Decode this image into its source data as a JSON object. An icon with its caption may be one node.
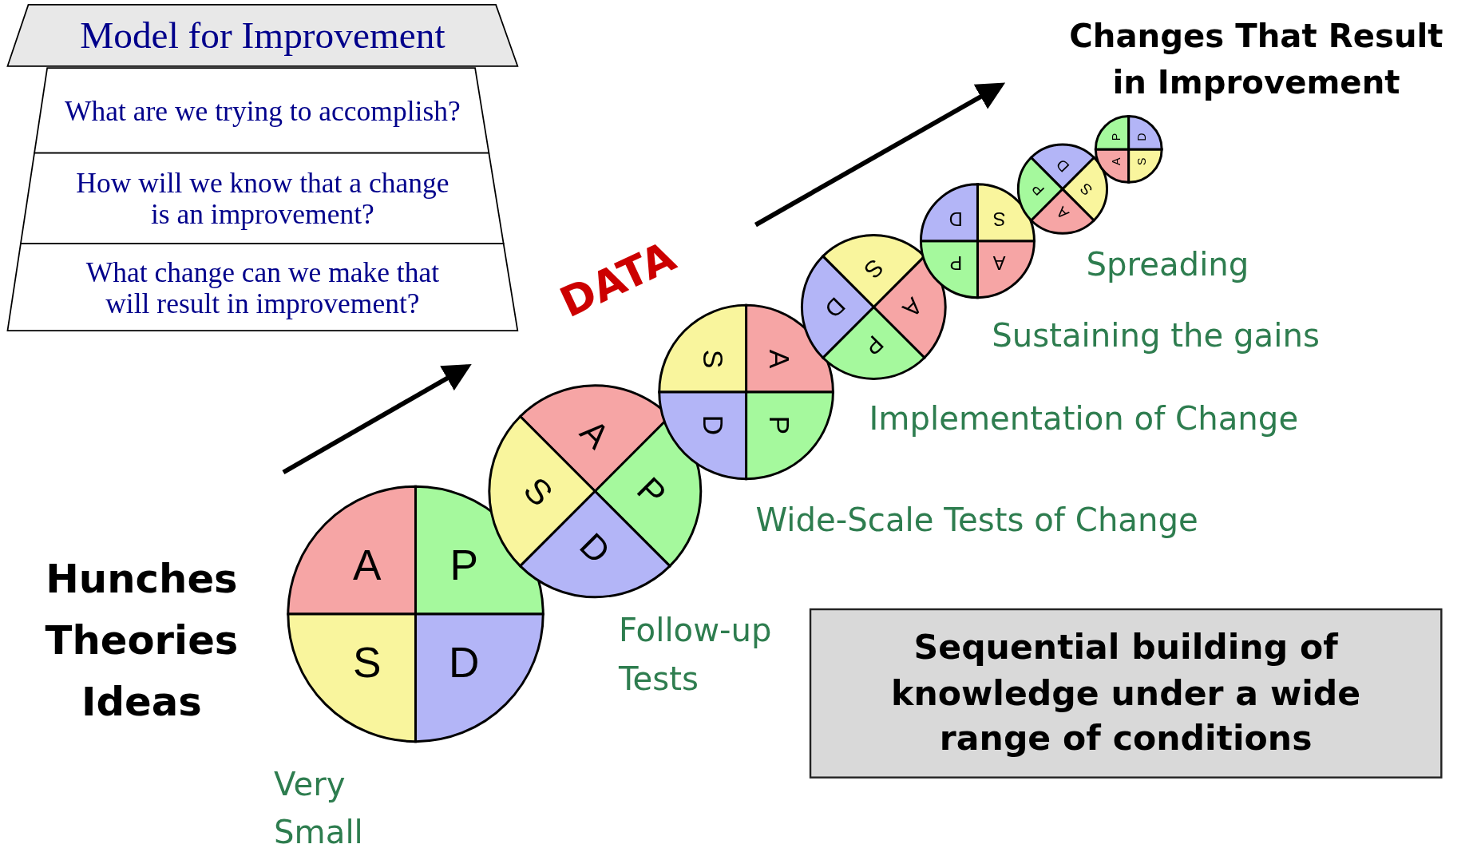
{
  "diagram": {
    "nodes": [
      {
        "text": [
          "Model for Improvement"
        ]
      },
      {
        "text": [
          "What are we trying to accomplish?"
        ]
      },
      {
        "text": [
          "How will we know that a change is an improvement?"
        ]
      },
      {
        "text": [
          "What change can we make that will result in improvement?"
        ]
      },
      {
        "text": [
          "A",
          "P",
          "S",
          "D"
        ],
        "beside": [
          "Very Small Scale Test"
        ]
      },
      {
        "text": [
          "A",
          "P",
          "S",
          "D"
        ],
        "beside": [
          "Follow-up Tests"
        ]
      },
      {
        "text": [
          "A",
          "P",
          "S",
          "D"
        ],
        "beside": [
          "Wide-Scale Tests of Change"
        ]
      },
      {
        "text": [
          "A",
          "P",
          "S",
          "D"
        ],
        "beside": [
          "Implementation of Change"
        ]
      },
      {
        "text": [
          "A",
          "P",
          "S",
          "D"
        ],
        "beside": [
          "Sustaining the gains"
        ]
      },
      {
        "text": [
          "A",
          "P",
          "S",
          "D"
        ],
        "beside": [
          "Spreading"
        ]
      },
      {
        "text": [
          "A",
          "P",
          "S",
          "D"
        ]
      },
      {
        "text": [
          "Sequential building of knowledge under a wide range of conditions"
        ]
      }
    ],
    "edges": [],
    "labels": [
      "Changes That Result in Improvement",
      "DATA",
      "Hunches Theories Ideas"
    ]
  }
}
